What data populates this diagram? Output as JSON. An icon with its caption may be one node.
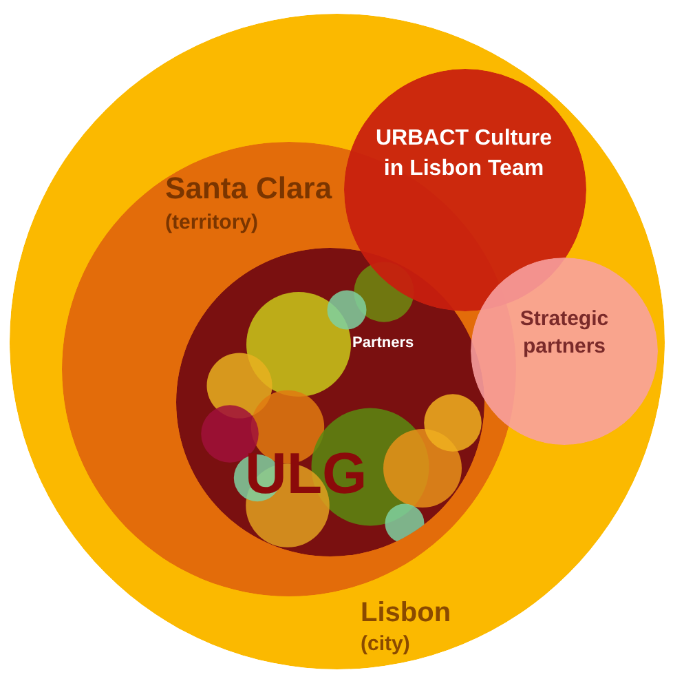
{
  "diagram": {
    "nodes": [
      {
        "text": [
          "Lisbon",
          "(city)"
        ]
      },
      {
        "text": [
          "Santa Clara",
          "(territory)"
        ],
        "in": 0
      },
      {
        "text": [
          "ULG"
        ],
        "in": 1
      },
      {
        "text": [
          "URBACT Culture in Lisbon Team"
        ],
        "in": 0
      },
      {
        "text": [
          "Strategic partners"
        ],
        "in": 0
      }
    ],
    "labels": [
      "Partners"
    ]
  }
}
